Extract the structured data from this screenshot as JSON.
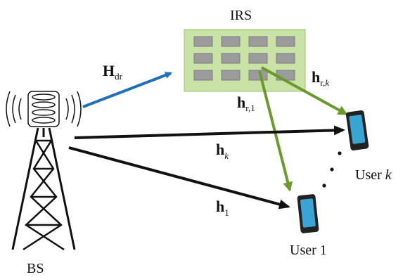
{
  "nodes": {
    "irs_label": "IRS",
    "bs_label": "BS",
    "user_k_label": "User",
    "user_k_index": "k",
    "user_1_label": "User 1"
  },
  "channels": {
    "H_dr": {
      "symbol": "H",
      "subscript": "dr"
    },
    "h_rk": {
      "symbol": "h",
      "subscript": "r,",
      "subscript_italic": "k"
    },
    "h_r1": {
      "symbol": "h",
      "subscript": "r,1"
    },
    "h_k": {
      "symbol": "h",
      "subscript_italic": "k"
    },
    "h_1": {
      "symbol": "h",
      "subscript": "1"
    }
  },
  "colors": {
    "irs_panel": "#c9e3a6",
    "irs_element": "#9b9b9b",
    "blue_arrow": "#1f6fb8",
    "green_arrow": "#6a9a2e",
    "black_arrow": "#111111",
    "phone_screen": "#3aa5d4"
  },
  "icons": [
    "bs-tower-icon",
    "irs-panel-icon",
    "phone-icon"
  ]
}
